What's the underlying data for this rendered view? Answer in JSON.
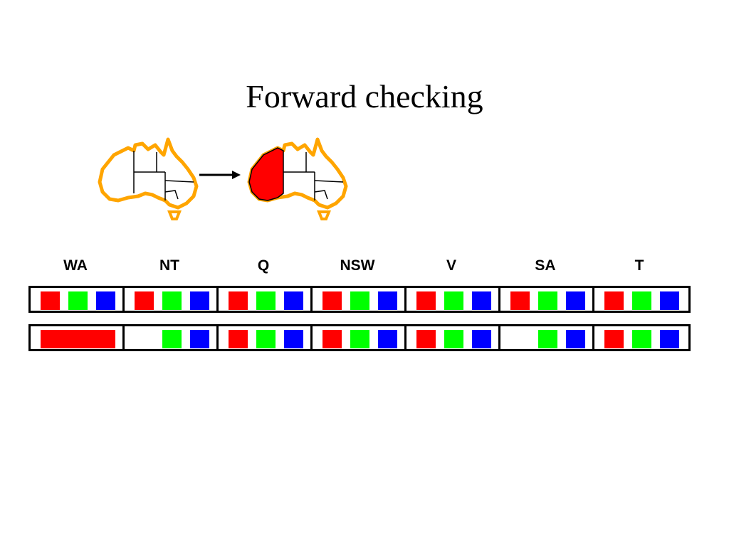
{
  "title": "Forward checking",
  "variables": [
    "WA",
    "NT",
    "Q",
    "NSW",
    "V",
    "SA",
    "T"
  ],
  "colors": {
    "red": "#ff0000",
    "green": "#00ff00",
    "blue": "#0000ff",
    "map_outline": "#ffa500"
  },
  "domains_before": [
    [
      "red",
      "green",
      "blue"
    ],
    [
      "red",
      "green",
      "blue"
    ],
    [
      "red",
      "green",
      "blue"
    ],
    [
      "red",
      "green",
      "blue"
    ],
    [
      "red",
      "green",
      "blue"
    ],
    [
      "red",
      "green",
      "blue"
    ],
    [
      "red",
      "green",
      "blue"
    ]
  ],
  "domains_after": [
    [
      "assigned:red"
    ],
    [
      "green",
      "blue"
    ],
    [
      "red",
      "green",
      "blue"
    ],
    [
      "red",
      "green",
      "blue"
    ],
    [
      "red",
      "green",
      "blue"
    ],
    [
      "green",
      "blue"
    ],
    [
      "red",
      "green",
      "blue"
    ]
  ],
  "map_assignment": {
    "WA": "red"
  }
}
